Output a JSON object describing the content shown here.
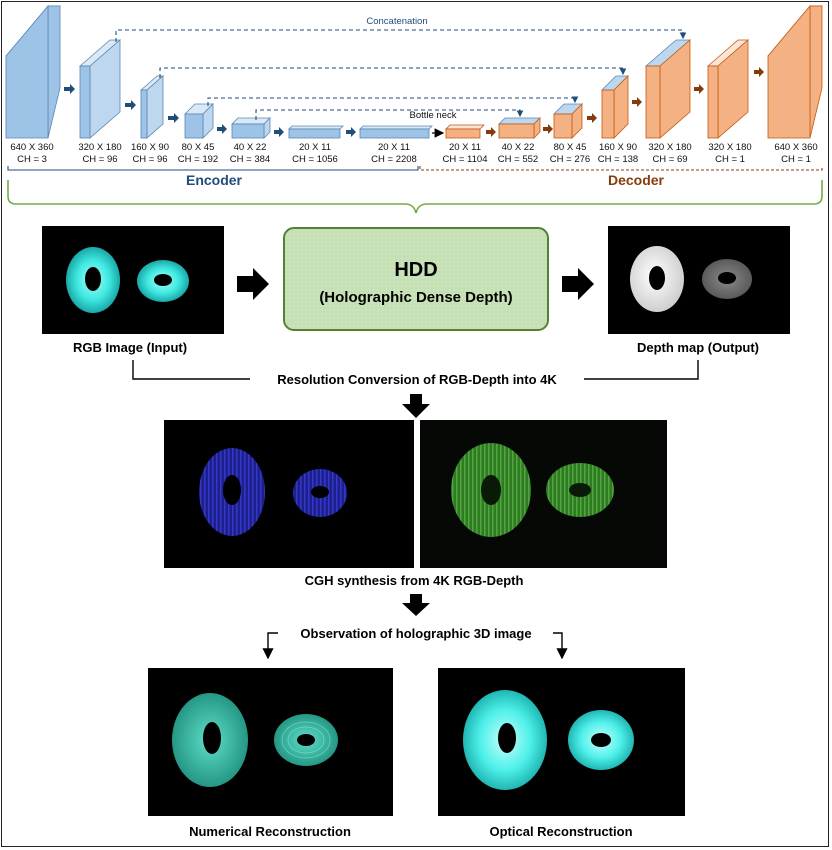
{
  "concatenation_label": "Concatenation",
  "bottleneck_label": "Bottle neck",
  "encoder_label": "Encoder",
  "decoder_label": "Decoder",
  "encoder_blocks": [
    {
      "res": "640 X 360",
      "ch": "CH = 3"
    },
    {
      "res": "320 X 180",
      "ch": "CH = 96"
    },
    {
      "res": "160 X 90",
      "ch": "CH = 96"
    },
    {
      "res": "80 X 45",
      "ch": "CH = 192"
    },
    {
      "res": "40 X 22",
      "ch": "CH = 384"
    },
    {
      "res": "20 X 11",
      "ch": "CH = 1056"
    },
    {
      "res": "20 X 11",
      "ch": "CH = 2208"
    }
  ],
  "decoder_blocks": [
    {
      "res": "20 X 11",
      "ch": "CH = 1104"
    },
    {
      "res": "40 X 22",
      "ch": "CH = 552"
    },
    {
      "res": "80 X 45",
      "ch": "CH = 276"
    },
    {
      "res": "160 X 90",
      "ch": "CH = 138"
    },
    {
      "res": "320 X 180",
      "ch": "CH = 69"
    },
    {
      "res": "320 X 180",
      "ch": "CH = 1"
    },
    {
      "res": "640 X 360",
      "ch": "CH = 1"
    }
  ],
  "hdd": {
    "title": "HDD",
    "subtitle": "(Holographic Dense Depth)"
  },
  "rgb_input_label": "RGB Image (Input)",
  "depth_output_label": "Depth map (Output)",
  "resolution_conversion_label": "Resolution Conversion of RGB-Depth into 4K",
  "cgh_label": "CGH synthesis from 4K RGB-Depth",
  "observation_label": "Observation of holographic 3D image",
  "numerical_label": "Numerical Reconstruction",
  "optical_label": "Optical Reconstruction",
  "colors": {
    "encoder_blue": "#9dc3e6",
    "decoder_orange": "#f4b183",
    "arrow_blue": "#1f4e79",
    "arrow_brown": "#843c0c",
    "bracket_green": "#70ad47",
    "hdd_fill": "#c5e0b4",
    "hdd_border": "#548235",
    "cyan": "#3ee8e0"
  }
}
